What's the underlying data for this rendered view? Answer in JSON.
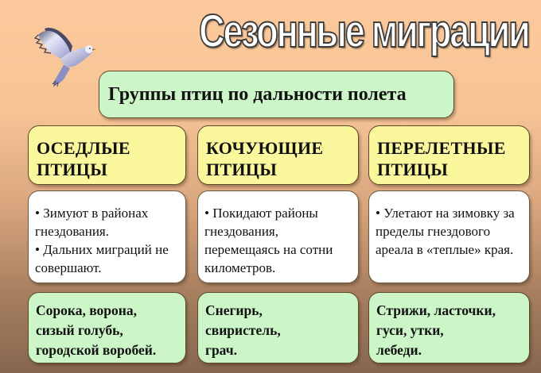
{
  "title": "Сезонные миграции",
  "main_heading": "Группы птиц по дальности полета",
  "icons": {
    "decoration": "dove-icon"
  },
  "colors": {
    "background_top": "#fbc99b",
    "background_bottom": "#86664f",
    "heading_box": "#ccf5c8",
    "group_box": "#fbf79c",
    "description_box": "#ffffff",
    "example_box": "#ccf5c8"
  },
  "groups": [
    {
      "heading_line1": "ОСЕДЛЫЕ",
      "heading_line2": "ПТИЦЫ",
      "description": [
        "• Зимуют в районах гнездования.",
        "• Дальних миграций не совершают."
      ],
      "examples": "Сорока, ворона,\nсизый голубь,\nгородской воробей."
    },
    {
      "heading_line1": "КОЧУЮЩИЕ",
      "heading_line2": "ПТИЦЫ",
      "description": [
        "• Покидают районы гнездования, перемещаясь на сотни километров."
      ],
      "examples": "Снегирь,\nсвиристель,\nграч."
    },
    {
      "heading_line1": "ПЕРЕЛЕТНЫЕ",
      "heading_line2": "ПТИЦЫ",
      "description": [
        "• Улетают на зимовку за пределы гнездового ареала в «теплые» края."
      ],
      "examples": "Стрижи, ласточки,\nгуси, утки,\nлебеди."
    }
  ]
}
